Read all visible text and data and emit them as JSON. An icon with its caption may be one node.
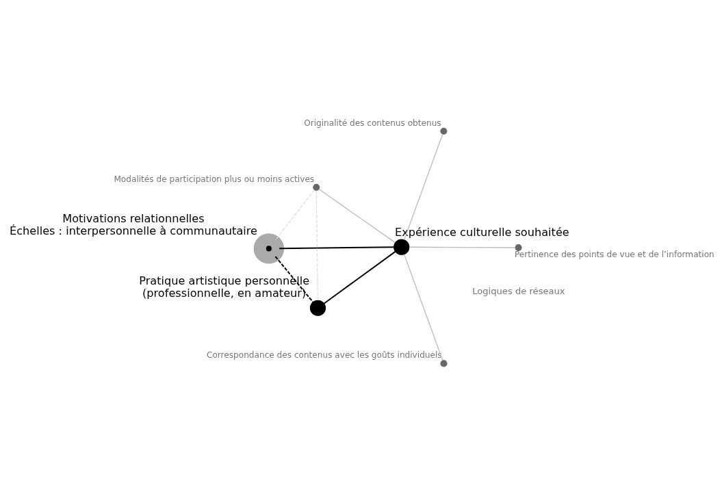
{
  "diagram": {
    "nodes": [
      {
        "text": [],
        "shape": "circle",
        "beside": [
          "Motivations relationnelles",
          "Échelles : interpersonnelle à communautaire"
        ]
      },
      {
        "text": [],
        "shape": "circle",
        "beside": [
          "Expérience culturelle souhaitée"
        ]
      },
      {
        "text": [],
        "shape": "circle",
        "beside": [
          "Pratique artistique personnelle",
          "(professionnelle, en amateur)"
        ]
      },
      {
        "text": [],
        "shape": "circle",
        "beside": [
          "Modalités de participation plus ou moins actives"
        ]
      },
      {
        "text": [],
        "shape": "circle",
        "beside": [
          "Pertinence des points de vue et de l’information"
        ]
      },
      {
        "text": [],
        "shape": "circle",
        "beside": [
          "Originalité des contenus obtenus"
        ]
      },
      {
        "text": [],
        "shape": "circle",
        "beside": [
          "Correspondance des contenus avec les goûts individuels"
        ]
      }
    ],
    "edges": [
      {
        "from": 0,
        "to": 1,
        "arrow": "none",
        "color": "#000000"
      },
      {
        "from": 0,
        "to": 2,
        "arrow": "none",
        "style": "dashed",
        "color": "#000000"
      },
      {
        "from": 1,
        "to": 2,
        "arrow": "none",
        "color": "#000000"
      },
      {
        "from": 3,
        "to": 1,
        "arrow": "none"
      },
      {
        "from": 3,
        "to": 0,
        "arrow": "none",
        "style": "dashed",
        "color": "#dddddd"
      },
      {
        "from": 3,
        "to": 2,
        "arrow": "none",
        "style": "dashed",
        "color": "#dddddd"
      },
      {
        "from": 4,
        "to": 1,
        "arrow": "none"
      },
      {
        "from": 1,
        "to": 5,
        "arrow": "none"
      },
      {
        "from": 1,
        "to": 6,
        "arrow": "none"
      }
    ],
    "labels": [
      "Logiques de réseaux"
    ]
  }
}
